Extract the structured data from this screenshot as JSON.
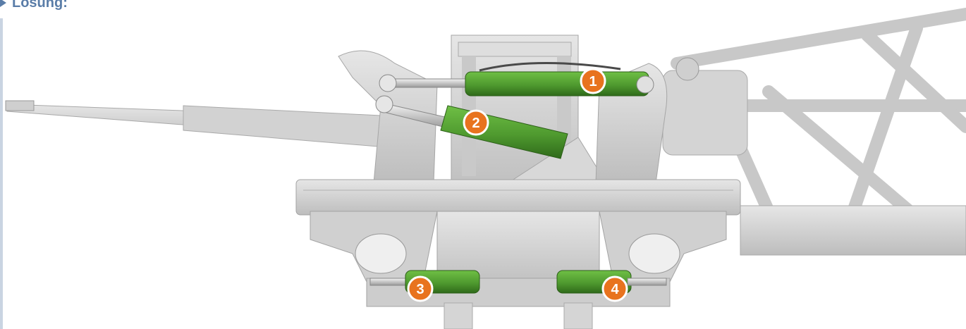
{
  "heading": {
    "text": "Lösung:"
  },
  "colors": {
    "accent": "#5a7da8",
    "frame": "#d6d6d6",
    "frame_shadow": "#b8b8b8",
    "cylinder": "#4f9a2f",
    "cylinder_dark": "#3b7a22",
    "badge": "#e8731e"
  },
  "icons": [
    "arrow-right-icon"
  ],
  "callouts": [
    {
      "label": "1",
      "part": "hydraulic-cylinder-1"
    },
    {
      "label": "2",
      "part": "hydraulic-cylinder-2"
    },
    {
      "label": "3",
      "part": "hydraulic-cylinder-3"
    },
    {
      "label": "4",
      "part": "hydraulic-cylinder-4"
    }
  ]
}
